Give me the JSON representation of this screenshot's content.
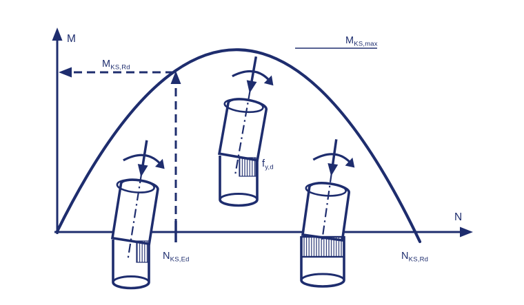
{
  "diagram": {
    "title_hint": "M-N interaction curve with pile failure states",
    "colors": {
      "ink": "#1e2d6e",
      "background": "#ffffff"
    },
    "axes": {
      "y_label": "M",
      "x_label": "N"
    },
    "labels": {
      "m_ks_rd": {
        "main": "M",
        "sub": "KS,Rd"
      },
      "m_ks_max": {
        "main": "M",
        "sub": "KS,max"
      },
      "n_ks_ed": {
        "main": "N",
        "sub": "KS,Ed"
      },
      "n_ks_rd": {
        "main": "N",
        "sub": "KS,Rd"
      },
      "f_yd": {
        "main": "f",
        "sub": "y,d"
      }
    },
    "icons": {
      "rotation": "rotation-arrow",
      "figures": [
        "pile-small-hinge",
        "pile-medium-hinge",
        "pile-full-plastic-band"
      ]
    }
  }
}
